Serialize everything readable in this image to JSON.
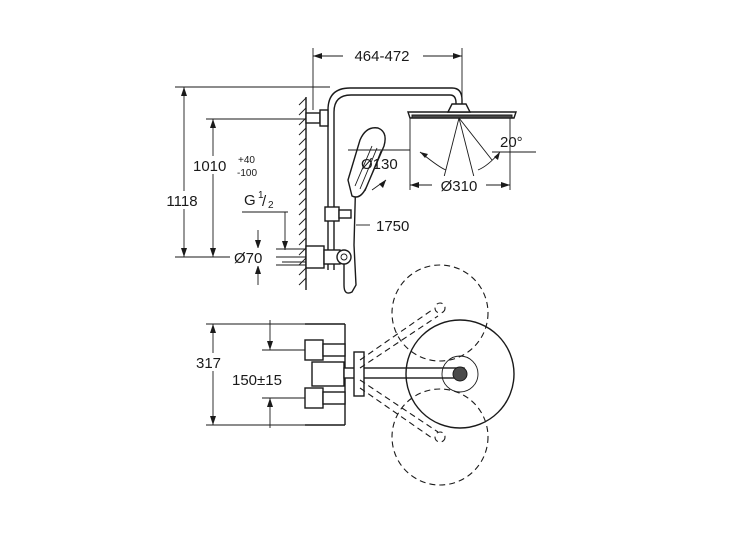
{
  "dimensions": {
    "top_width": "464-472",
    "angle": "20°",
    "handshower_diameter": "Ø130",
    "head_diameter": "Ø310",
    "total_height": "1118",
    "main_height": "1010",
    "tolerance_plus": "+40",
    "tolerance_minus": "-100",
    "thread": "G",
    "thread_num": "1",
    "thread_den": "2",
    "rosette": "Ø70",
    "hose_length": "1750",
    "plan_height": "317",
    "center_distance": "150±15"
  }
}
